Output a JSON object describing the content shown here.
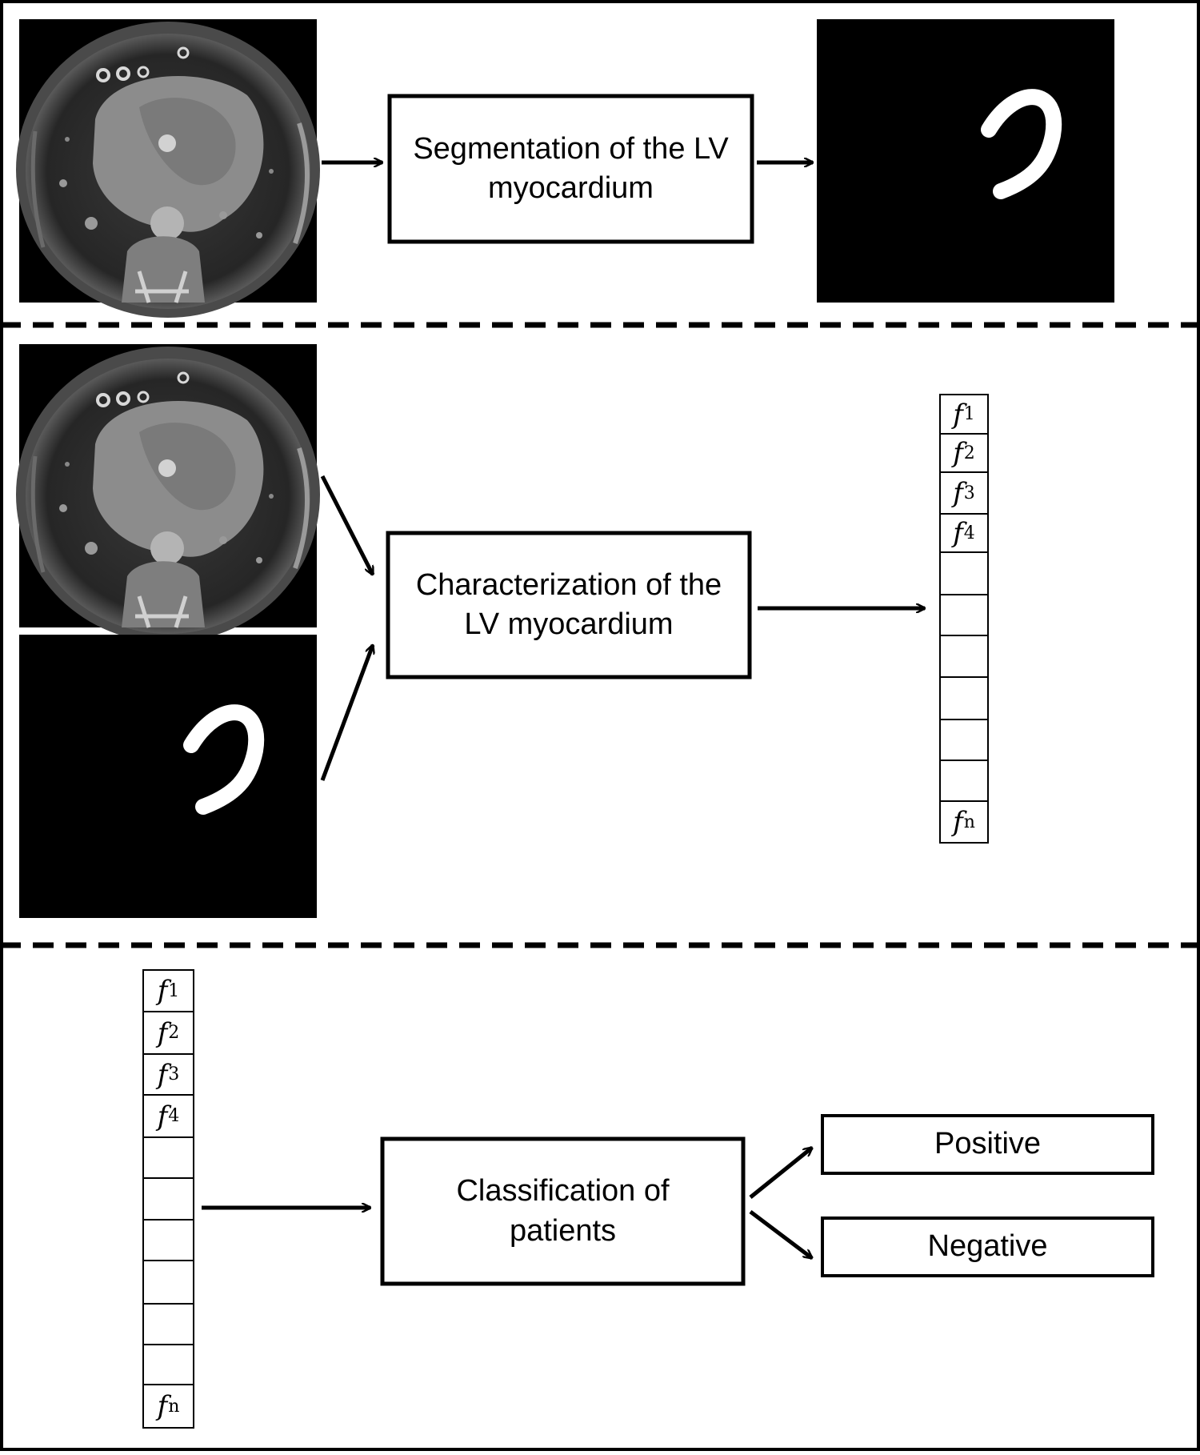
{
  "steps": {
    "segmentation": "Segmentation of the LV myocardium",
    "characterization": "Characterization of the LV myocardium",
    "classification": "Classification of patients"
  },
  "outputs": {
    "positive": "Positive",
    "negative": "Negative"
  },
  "feature_vector": {
    "labels": [
      {
        "symbol": "f",
        "index": "1"
      },
      {
        "symbol": "f",
        "index": "2"
      },
      {
        "symbol": "f",
        "index": "3"
      },
      {
        "symbol": "f",
        "index": "4"
      },
      {
        "symbol": "",
        "index": ""
      },
      {
        "symbol": "",
        "index": ""
      },
      {
        "symbol": "",
        "index": ""
      },
      {
        "symbol": "",
        "index": ""
      },
      {
        "symbol": "",
        "index": ""
      },
      {
        "symbol": "",
        "index": ""
      },
      {
        "symbol": "f",
        "index": "n"
      }
    ]
  },
  "colors": {
    "line": "#000000",
    "image_background": "#000000",
    "mask_foreground": "#ffffff",
    "ct_body": "#555555"
  }
}
